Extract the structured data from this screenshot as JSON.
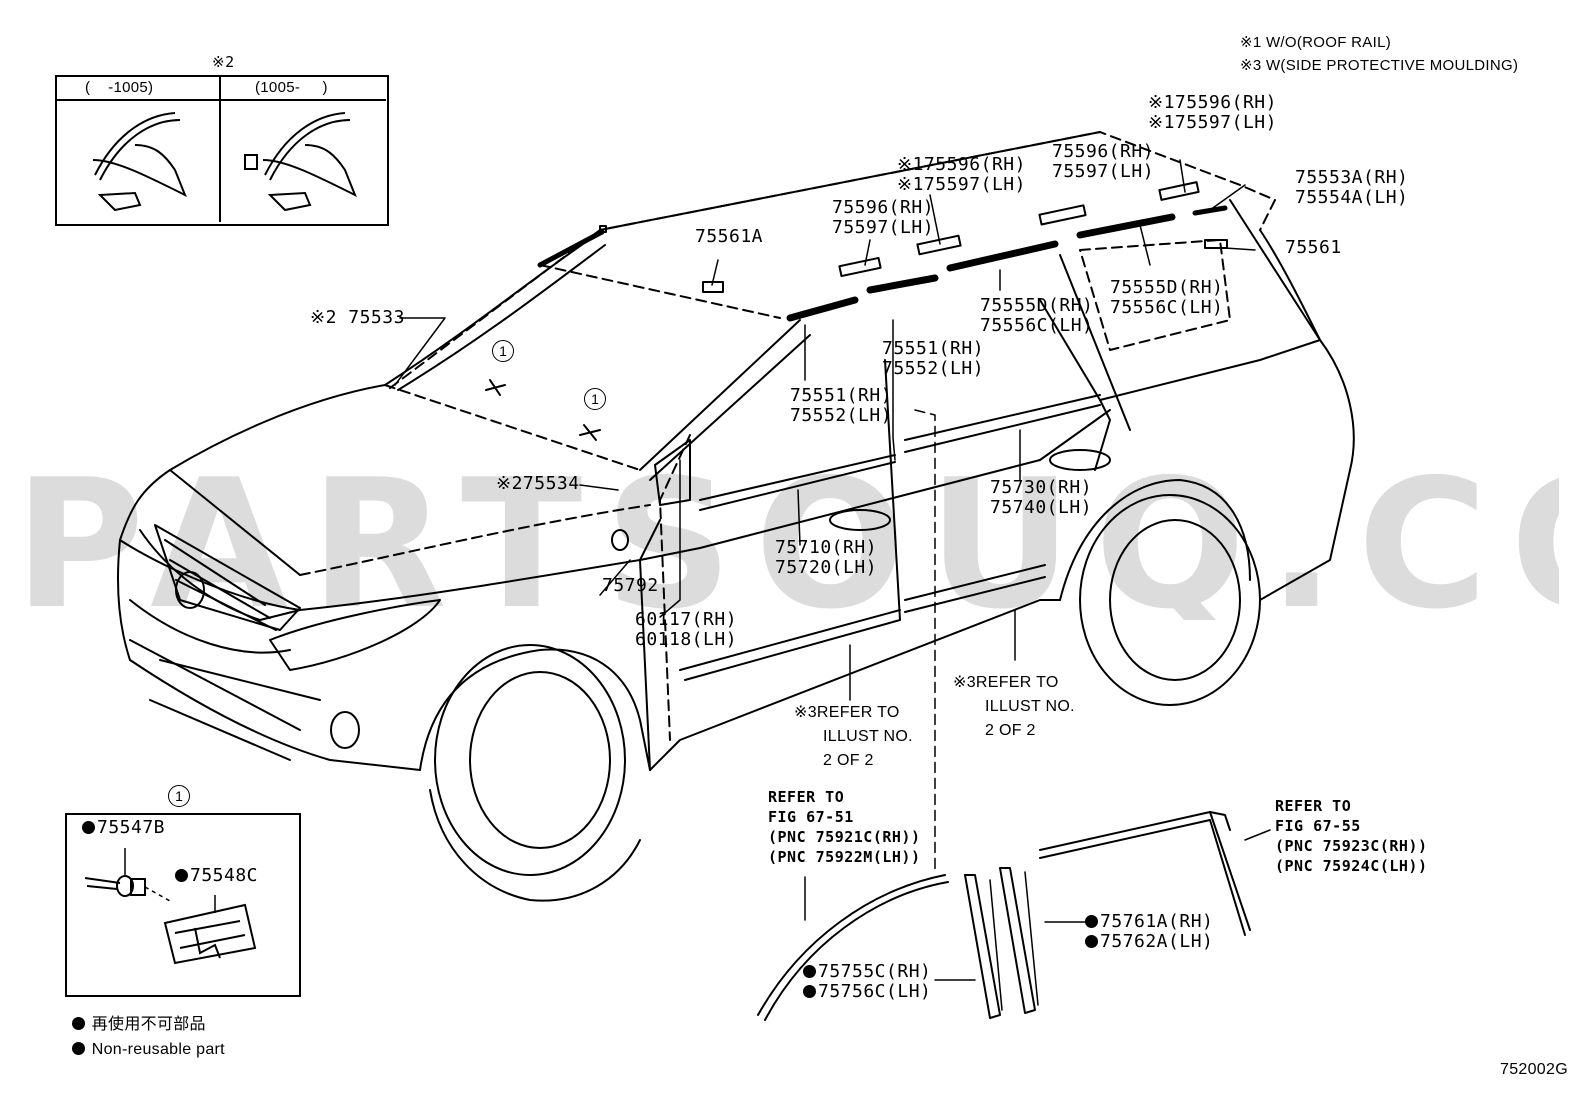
{
  "notes": {
    "note1": "※1 W/O(ROOF RAIL)",
    "note3": "※3 W(SIDE PROTECTIVE MOULDING)"
  },
  "inset_top": {
    "marker": "※2",
    "col1": "(    -1005)",
    "col2": "(1005-     )"
  },
  "watermark": "PARTSOUQ.COM",
  "labels": {
    "p75596_rh_a": "※175596(RH)",
    "p75597_lh_a": "※175597(LH)",
    "p75596_rh_b": "※175596(RH)",
    "p75597_lh_b": "※175597(LH)",
    "p75596_rh_c": "75596(RH)",
    "p75597_lh_c": "75597(LH)",
    "p75596_rh_d": "75596(RH)",
    "p75597_lh_d": "75597(LH)",
    "p75553a": "75553A(RH)",
    "p75554a": "75554A(LH)",
    "p75561": "75561",
    "p75561a": "75561A",
    "p75533": "※2 75533",
    "p75555d_a": "75555D(RH)",
    "p75556c_a": "75556C(LH)",
    "p75555d_b": "75555D(RH)",
    "p75556c_b": "75556C(LH)",
    "p75551_a": "75551(RH)",
    "p75552_a": "75552(LH)",
    "p75551_b": "75551(RH)",
    "p75552_b": "75552(LH)",
    "p75534": "※275534",
    "p75730": "75730(RH)",
    "p75740": "75740(LH)",
    "p75710": "75710(RH)",
    "p75720": "75720(LH)",
    "p75792": "75792",
    "p60117": "60117(RH)",
    "p60118": "60118(LH)",
    "refer_a1": "※3REFER TO",
    "refer_a2": "ILLUST NO.",
    "refer_a3": "2 OF 2",
    "refer_b1": "※3REFER TO",
    "refer_b2": "ILLUST NO.",
    "refer_b3": "2 OF 2",
    "refer_fig51_1": "REFER TO",
    "refer_fig51_2": "FIG 67-51",
    "refer_fig51_3": "(PNC 75921C(RH))",
    "refer_fig51_4": "(PNC 75922M(LH))",
    "refer_fig55_1": "REFER TO",
    "refer_fig55_2": "FIG 67-55",
    "refer_fig55_3": "(PNC 75923C(RH))",
    "refer_fig55_4": "(PNC 75924C(LH))",
    "p75761a": "75761A(RH)",
    "p75762a": "75762A(LH)",
    "p75755c": "75755C(RH)",
    "p75756c": "75756C(LH)",
    "p75547b": "75547B",
    "p75548c": "75548C",
    "circle_1": "1"
  },
  "legend": {
    "jp": "再使用不可部品",
    "en": "Non-reusable part"
  },
  "figure_id": "752002G",
  "colors": {
    "line": "#000000",
    "watermark": "#d6d6d6"
  }
}
